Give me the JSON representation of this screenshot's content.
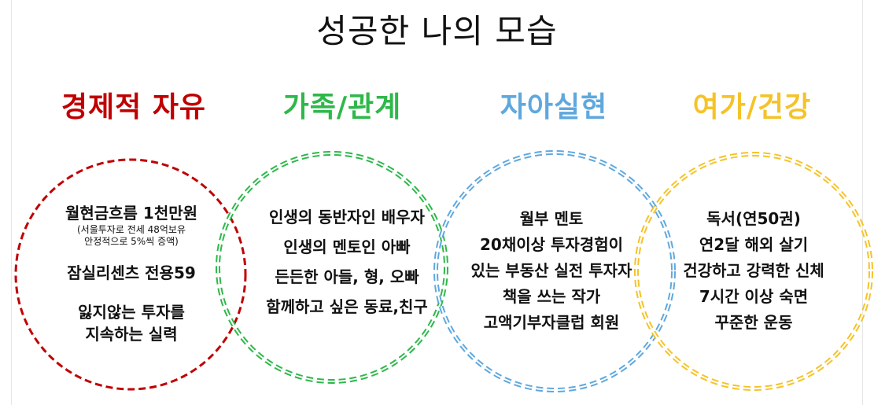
{
  "title": "성공한 나의 모습",
  "categories": [
    {
      "heading": "경제적 자유",
      "color": "#c00000",
      "items": [
        {
          "text": "월현금흐름 1천만원",
          "note": [
            "(서울투자로 전세 48억보유",
            "안정적으로 5%씩 증액)"
          ]
        },
        {
          "text": "잠실리센츠 전용59"
        },
        {
          "text": [
            "잃지않는 투자를",
            "지속하는 실력"
          ]
        }
      ]
    },
    {
      "heading": "가족/관계",
      "color": "#2eb84a",
      "items": [
        {
          "text": "인생의 동반자인 배우자"
        },
        {
          "text": "인생의 멘토인 아빠"
        },
        {
          "text": "든든한 아들, 형, 오빠"
        },
        {
          "text": "함께하고 싶은 동료,친구"
        }
      ]
    },
    {
      "heading": "자아실현",
      "color": "#5fa8de",
      "items": [
        {
          "text": "월부 멘토"
        },
        {
          "text": "20채이상 투자경험이"
        },
        {
          "text": "있는 부동산 실전 투자자"
        },
        {
          "text": "책을 쓰는 작가"
        },
        {
          "text": "고액기부자클럽 회원"
        }
      ]
    },
    {
      "heading": "여가/건강",
      "color": "#f5c328",
      "items": [
        {
          "text": "독서(연50권)"
        },
        {
          "text": "연2달 해외 살기"
        },
        {
          "text": "건강하고 강력한 신체"
        },
        {
          "text": "7시간 이상 숙면"
        },
        {
          "text": "꾸준한 운동"
        }
      ]
    }
  ]
}
